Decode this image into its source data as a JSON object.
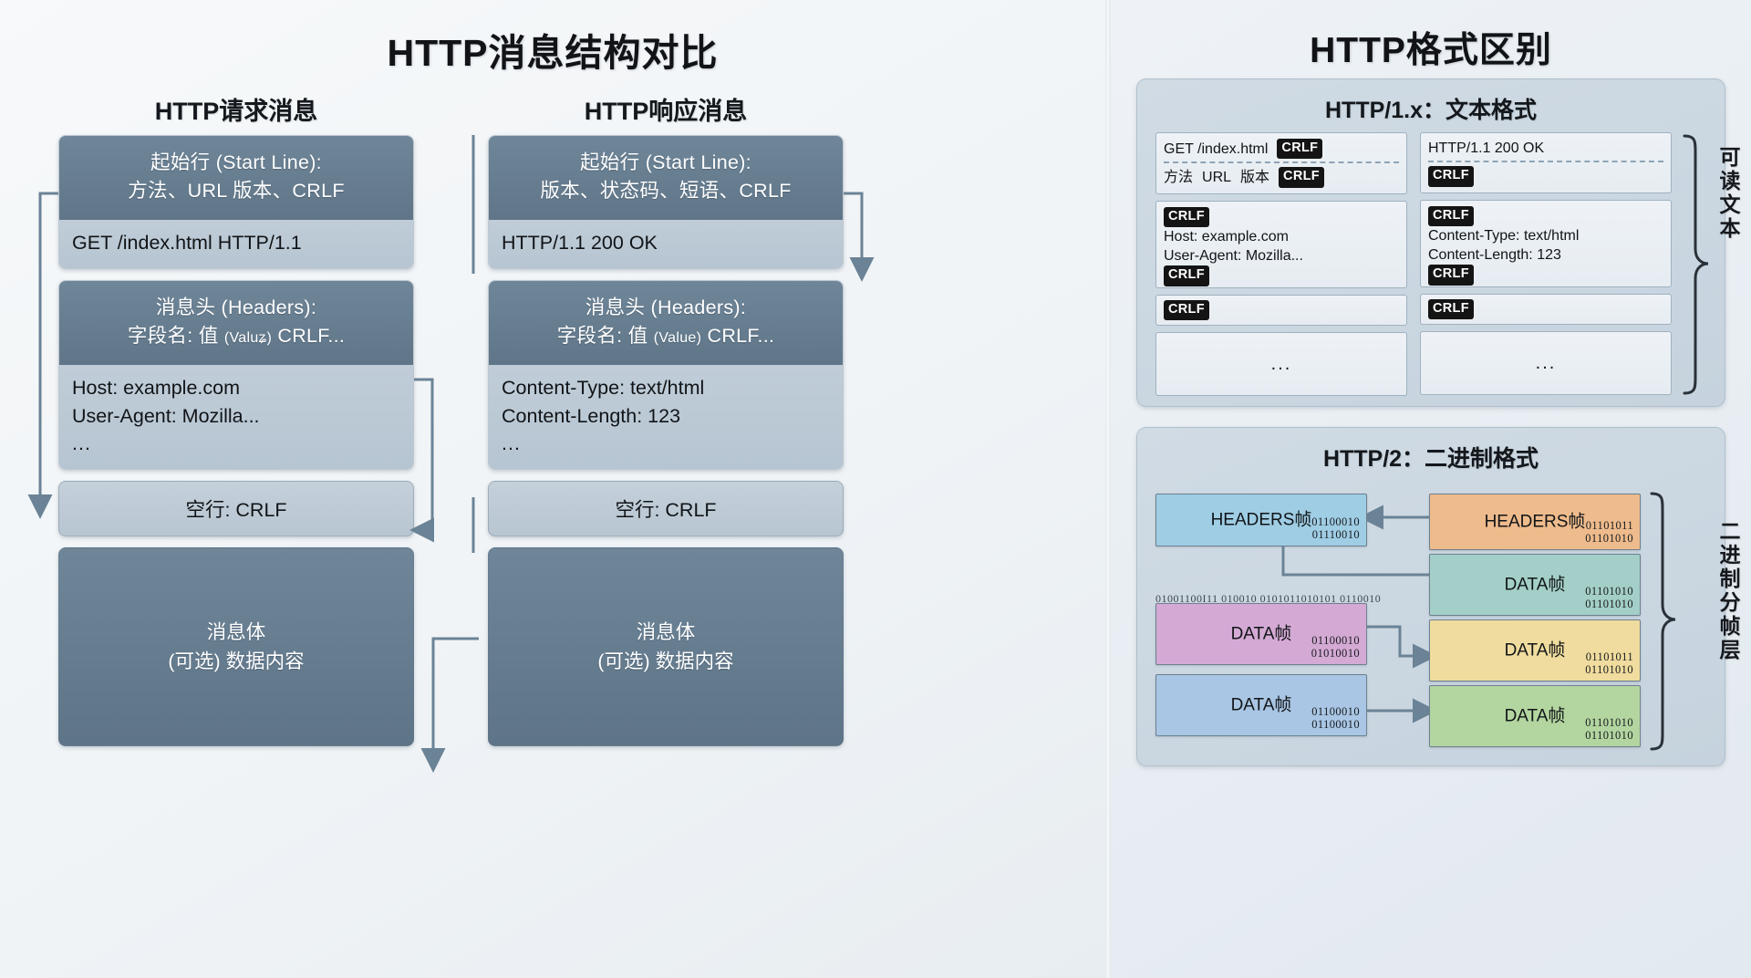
{
  "left": {
    "title": "HTTP消息结构对比",
    "request_column_title": "HTTP请求消息",
    "response_column_title": "HTTP响应消息",
    "request": {
      "start_line_header_1": "起始行 (Start Line):",
      "start_line_header_2": "方法、URL 版本、CRLF",
      "start_line_example": "GET /index.html HTTP/1.1",
      "headers_header_1": "消息头 (Headers):",
      "headers_header_2a": "字段名: 值 ",
      "headers_header_2b": "(Valuʑ)",
      "headers_header_2c": " CRLF...",
      "headers_line_1": "Host: example.com",
      "headers_line_2": "User-Agent: Mozilla...",
      "headers_line_3": "...",
      "blank_line": "空行: CRLF",
      "body_line_1": "消息体",
      "body_line_2": "(可选) 数据内容"
    },
    "response": {
      "start_line_header_1": "起始行 (Start Line):",
      "start_line_header_2": "版本、状态码、短语、CRLF",
      "start_line_example": "HTTP/1.1 200 OK",
      "headers_header_1": "消息头 (Headers):",
      "headers_header_2a": "字段名: 值 ",
      "headers_header_2b": "(Value)",
      "headers_header_2c": " CRLF...",
      "headers_line_1": "Content-Type: text/html",
      "headers_line_2": "Content-Length: 123",
      "headers_line_3": "...",
      "blank_line": "空行: CRLF",
      "body_line_1": "消息体",
      "body_line_2": "(可选) 数据内容"
    }
  },
  "right": {
    "title": "HTTP格式区别",
    "http1": {
      "card_title": "HTTP/1.x：文本格式",
      "side_label": "可读文本",
      "request_col": {
        "start_line": "GET /index.html",
        "start_line_crlf": "CRLF",
        "legend_method": "方法",
        "legend_url": "URL",
        "legend_version": "版本",
        "legend_crlf": "CRLF",
        "headers_crlf_top": "CRLF",
        "header_1": "Host: example.com",
        "header_2": "User-Agent: Mozilla...",
        "headers_crlf_bottom": "CRLF",
        "blank_crlf": "CRLF",
        "body_dots": "..."
      },
      "response_col": {
        "start_line": "HTTP/1.1 200 OK",
        "start_line_crlf": "CRLF",
        "headers_crlf_top": "CRLF",
        "header_1": "Content-Type: text/html",
        "header_2": "Content-Length: 123",
        "headers_crlf_bottom": "CRLF",
        "blank_crlf": "CRLF",
        "body_dots": "..."
      }
    },
    "http2": {
      "card_title": "HTTP/2：二进制格式",
      "side_label": "二进制分帧层",
      "bitstream": "01001100I11 010010 0101011010101 0110010",
      "frames": [
        {
          "name": "HEADERS帧",
          "bits_1": "01100010",
          "bits_2": "01110010",
          "color": "#9fcde4"
        },
        {
          "name": "HEADERS帧",
          "bits_1": "01101011",
          "bits_2": "01101010",
          "color": "#eebb8c"
        },
        {
          "name": "DATA帧",
          "bits_1": "01101010",
          "bits_2": "01101010",
          "color": "#a3cfc8"
        },
        {
          "name": "DATA帧",
          "bits_1": "01100010",
          "bits_2": "01010010",
          "color": "#d4aad5"
        },
        {
          "name": "DATA帧",
          "bits_1": "01101011",
          "bits_2": "01101010",
          "color": "#f0dc9e"
        },
        {
          "name": "DATA帧",
          "bits_1": "01100010",
          "bits_2": "01100010",
          "color": "#a9c6e4"
        },
        {
          "name": "DATA帧",
          "bits_1": "01101010",
          "bits_2": "01101010",
          "color": "#b3d6a0"
        }
      ]
    }
  },
  "colors": {
    "header_block": "#6f8699",
    "body_block": "#b8c6d2",
    "arrow": "#6b8396",
    "card_bg": "#c9d6e0"
  }
}
